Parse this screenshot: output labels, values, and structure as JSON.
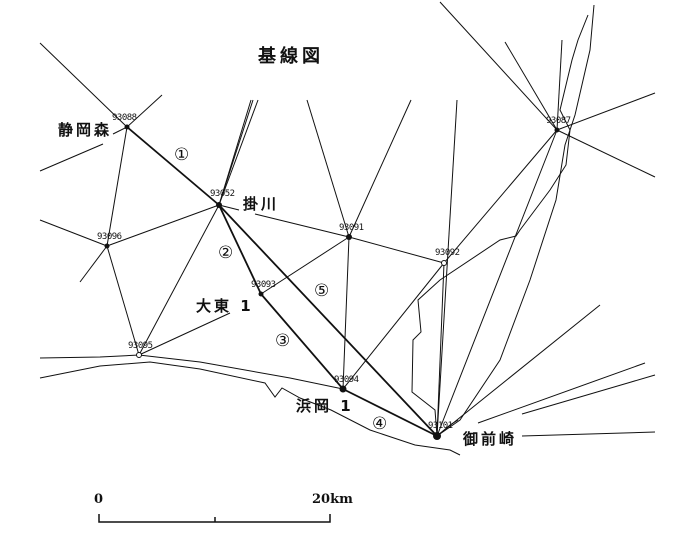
{
  "title": "基線図",
  "stations": [
    {
      "id": "93088",
      "name": "静岡森"
    },
    {
      "id": "93052",
      "name": "掛川"
    },
    {
      "id": "93096",
      "name": ""
    },
    {
      "id": "93093",
      "name": "大東 1"
    },
    {
      "id": "93095",
      "name": ""
    },
    {
      "id": "93091",
      "name": ""
    },
    {
      "id": "93092",
      "name": ""
    },
    {
      "id": "93094",
      "name": "浜岡 1"
    },
    {
      "id": "93101",
      "name": "御前崎"
    },
    {
      "id": "93087",
      "name": ""
    }
  ],
  "baselines": [
    "①",
    "②",
    "③",
    "④",
    "⑤"
  ],
  "scale": {
    "start": "0",
    "end": "20km"
  }
}
